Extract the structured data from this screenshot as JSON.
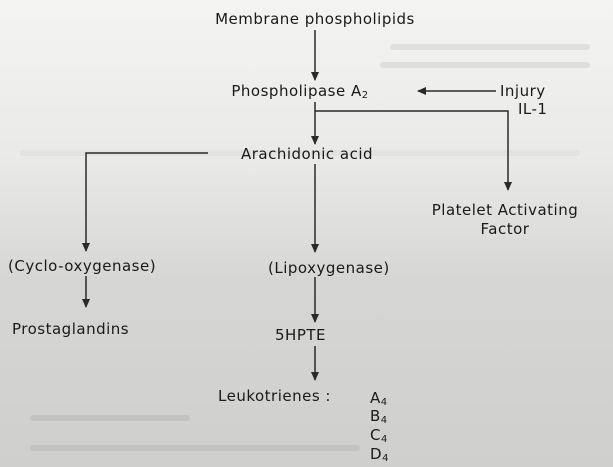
{
  "nodes": {
    "membrane": "Membrane phospholipids",
    "pla2": "Phospholipase A",
    "pla2_sub": "2",
    "injury": "Injury",
    "il1": "IL-1",
    "aa": "Arachidonic acid",
    "paf_line1": "Platelet Activating",
    "paf_line2": "Factor",
    "cox": "(Cyclo-oxygenase)",
    "lox": "(Lipoxygenase)",
    "pg": "Prostaglandins",
    "hpte": "5HPTE",
    "lt": "Leukotrienes :",
    "lt_a": "A",
    "lt_a_sub": "4",
    "lt_b": "B",
    "lt_b_sub": "4",
    "lt_c": "C",
    "lt_c_sub": "4",
    "lt_d": "D",
    "lt_d_sub": "4"
  }
}
